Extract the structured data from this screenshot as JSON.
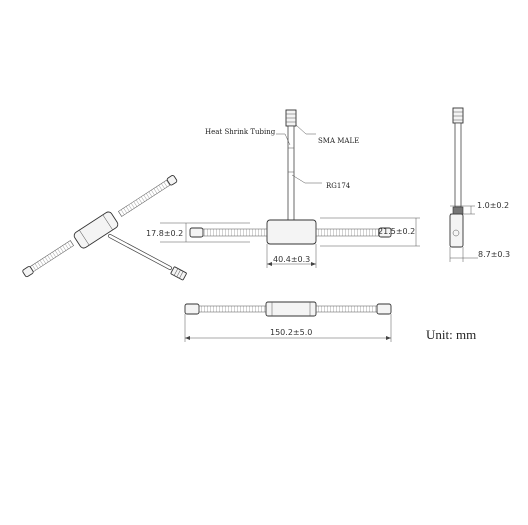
{
  "labels": {
    "heat_shrink": "Heat Shrink Tubing",
    "sma_male": "SMA MALE",
    "rg174": "RG174"
  },
  "dimensions": {
    "height_left": "17.8±0.2",
    "height_right": "21.5±0.2",
    "body_width": "40.4±0.3",
    "side_thickness": "1.0±0.2",
    "side_depth": "8.7±0.3",
    "total_length": "150.2±5.0"
  },
  "unit_label": "Unit:  mm",
  "colors": {
    "line": "#444444",
    "background": "#ffffff"
  }
}
